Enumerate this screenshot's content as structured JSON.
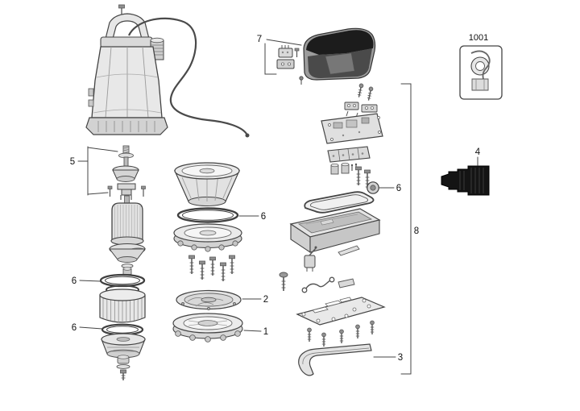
{
  "figure": {
    "type": "exploded-parts-diagram",
    "background": "#ffffff",
    "line_color": "#444444",
    "part_fill": "#e6e6e6",
    "dark_part_fill": "#1c1c1c",
    "callouts": [
      {
        "label": "7"
      },
      {
        "label": "1001"
      },
      {
        "label": "5"
      },
      {
        "label": "4"
      },
      {
        "label": "6"
      },
      {
        "label": "6"
      },
      {
        "label": "2"
      },
      {
        "label": "6"
      },
      {
        "label": "1"
      },
      {
        "label": "6"
      },
      {
        "label": "8"
      },
      {
        "label": "3"
      }
    ]
  }
}
